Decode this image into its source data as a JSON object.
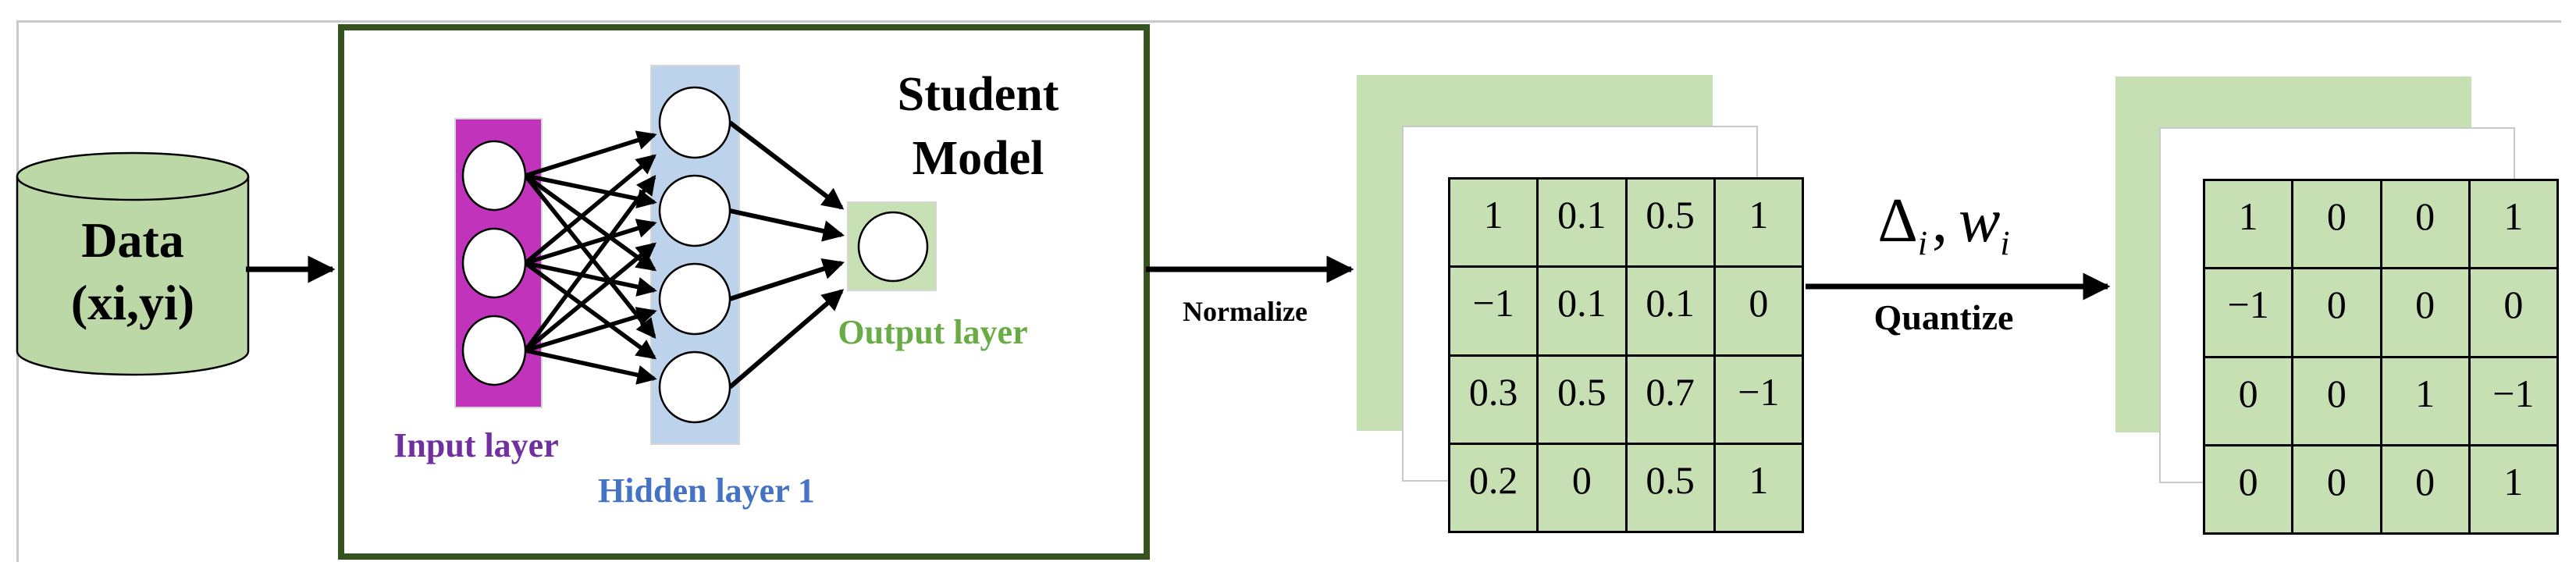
{
  "cylinder": {
    "label_line1": "Data",
    "label_line2": "(xi,yi)",
    "fill_color": "#bcd8a6"
  },
  "student_model": {
    "title_line1": "Student",
    "title_line2": "Model",
    "border_color": "#35531f",
    "input_layer": {
      "label": "Input layer",
      "label_color": "#7030a0",
      "rect_color": "#c233bb",
      "node_count": 3
    },
    "hidden_layer": {
      "label": "Hidden layer 1",
      "label_color": "#4472c4",
      "rect_color": "#bdd3ec",
      "node_count": 4
    },
    "output_layer": {
      "label": "Output layer",
      "label_color": "#69ac45",
      "rect_color": "#c7e1b5",
      "node_count": 1
    }
  },
  "steps": {
    "normalize_label": "Normalize",
    "quantize_label": "Quantize",
    "formula": {
      "delta": "Δ",
      "delta_sub": "i",
      "comma": ",",
      "w": "w",
      "w_sub": "i"
    }
  },
  "matrices": {
    "cell_fill": "#c6e0b4",
    "normalized": [
      [
        "1",
        "0.1",
        "0.5",
        "1"
      ],
      [
        "−1",
        "0.1",
        "0.1",
        "0"
      ],
      [
        "0.3",
        "0.5",
        "0.7",
        "−1"
      ],
      [
        "0.2",
        "0",
        "0.5",
        "1"
      ]
    ],
    "quantized": [
      [
        "1",
        "0",
        "0",
        "1"
      ],
      [
        "−1",
        "0",
        "0",
        "0"
      ],
      [
        "0",
        "0",
        "1",
        "−1"
      ],
      [
        "0",
        "0",
        "0",
        "1"
      ]
    ]
  }
}
